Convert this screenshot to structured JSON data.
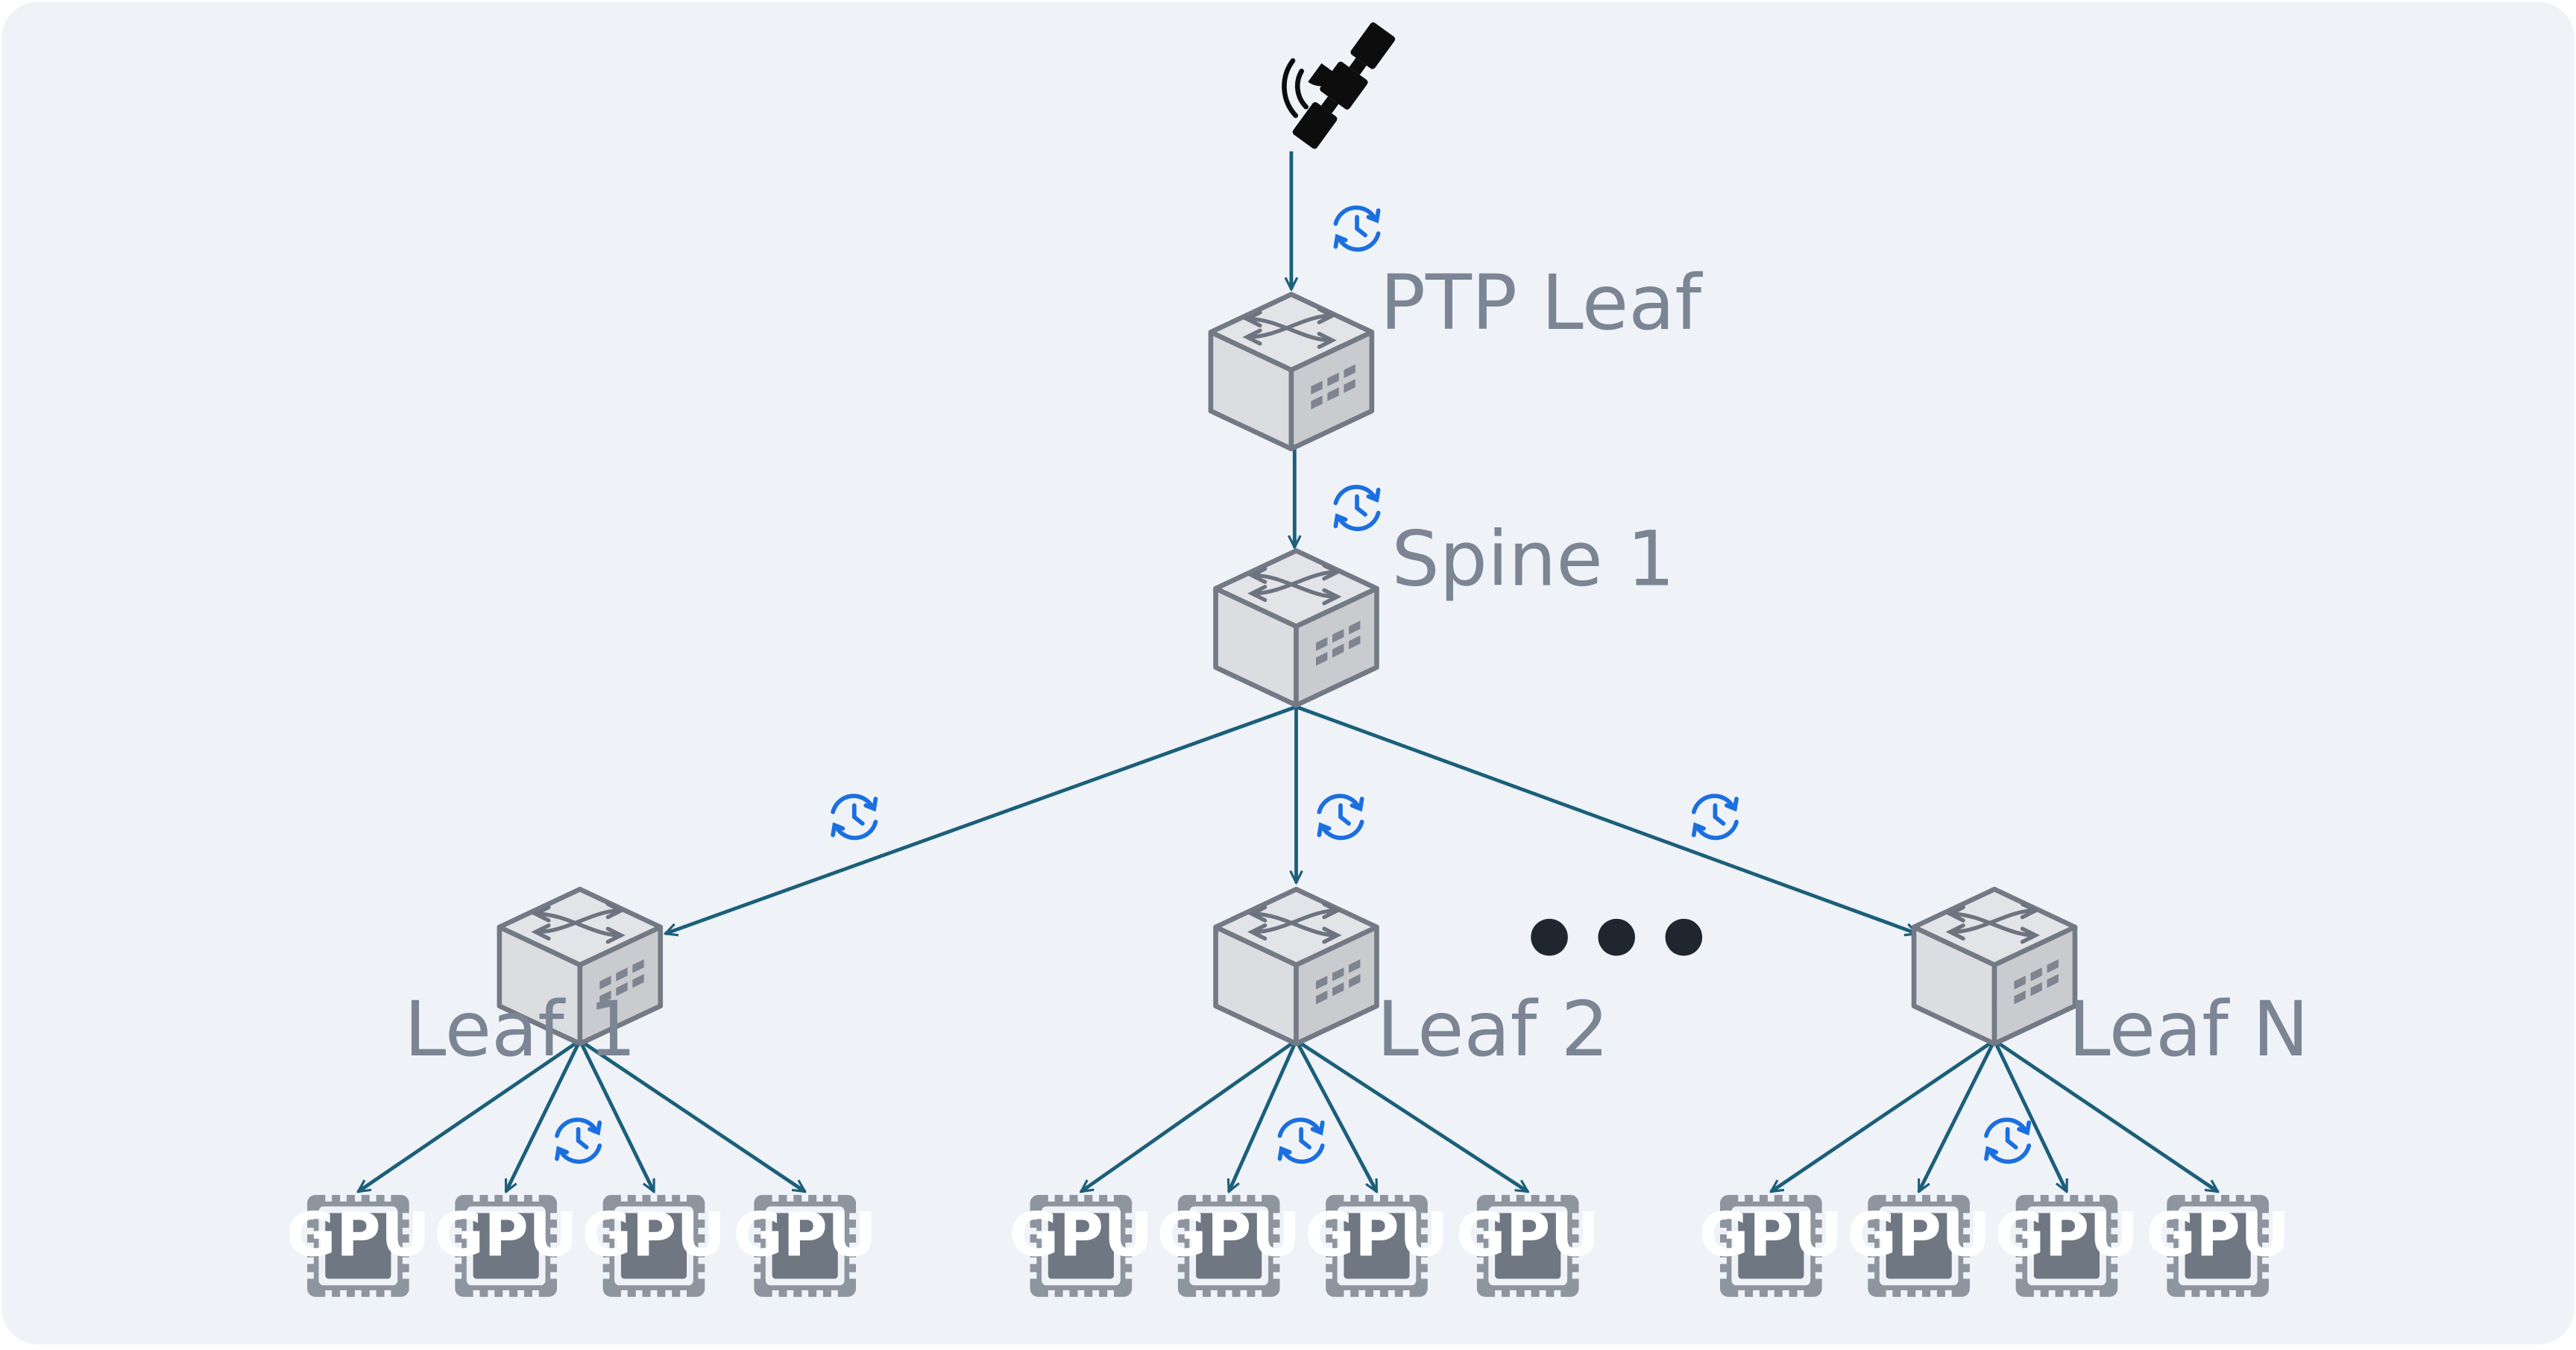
{
  "diagram": {
    "colors": {
      "panel": "#eff3f8",
      "link": "#1c5f7a",
      "sync": "#1b6fe0",
      "switch_top": "#dcdde0",
      "switch_side": "#c9cbcf",
      "switch_stroke": "#737a85",
      "gpu_fill": "#8e959f",
      "gpu_core": "#6f7782",
      "label": "#7b8594"
    },
    "source": {
      "icon": "satellite-icon"
    },
    "switches": [
      {
        "id": "ptp-leaf",
        "label": "PTP Leaf",
        "icon": "network-switch-icon"
      },
      {
        "id": "spine-1",
        "label": "Spine 1",
        "icon": "network-switch-icon"
      },
      {
        "id": "leaf-1",
        "label": "Leaf 1",
        "icon": "network-switch-icon"
      },
      {
        "id": "leaf-2",
        "label": "Leaf 2",
        "icon": "network-switch-icon"
      },
      {
        "id": "leaf-n",
        "label": "Leaf N",
        "icon": "network-switch-icon"
      }
    ],
    "gpu_label": "GPU",
    "gpu_icon": "gpu-chip-icon",
    "sync_icon": "clock-sync-icon",
    "ellipsis": "•••"
  }
}
